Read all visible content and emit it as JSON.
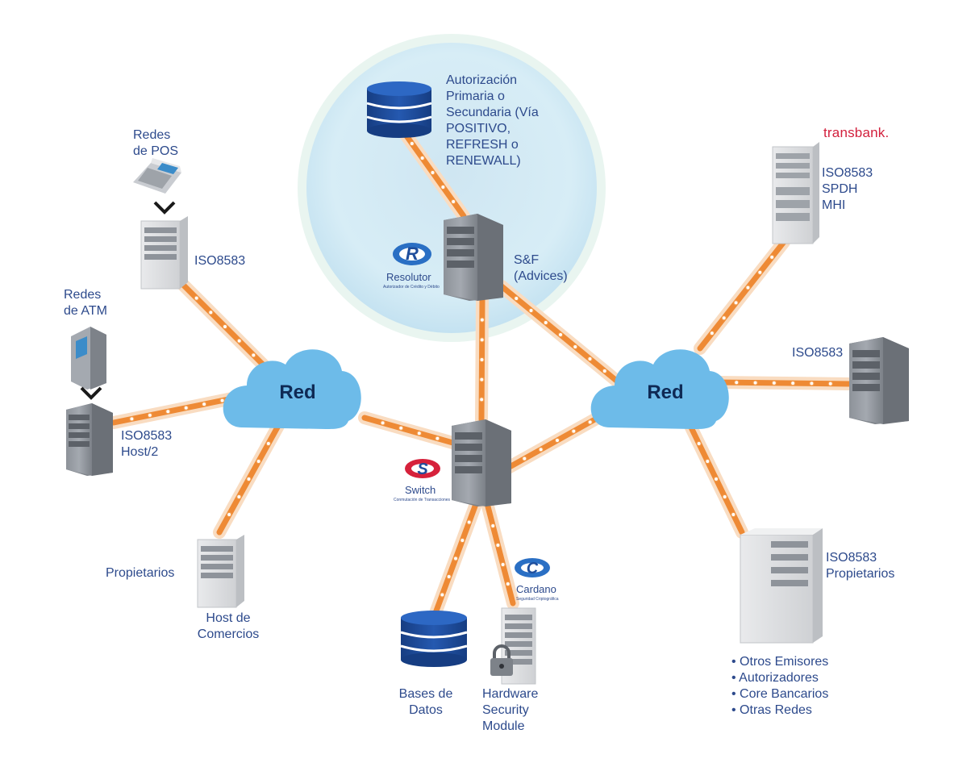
{
  "resolutor": {
    "auth_lines": [
      "Autorización",
      "Primaria o",
      "Secundaria (Vía",
      "POSITIVO,",
      "REFRESH o",
      "RENEWALL)"
    ],
    "sf_lines": [
      "S&F",
      "(Advices)"
    ],
    "logo_name": "Resolutor",
    "logo_sub": "Autorizador de Crédito y Débito"
  },
  "switch": {
    "logo_name": "Switch",
    "logo_sub": "Conmutación de Transacciones"
  },
  "cardano": {
    "logo_name": "Cardano",
    "logo_sub": "Seguridad Criptográfica"
  },
  "clouds": {
    "left": "Red",
    "right": "Red"
  },
  "left": {
    "pos_lines": [
      "Redes",
      "de POS"
    ],
    "pos_iso": "ISO8583",
    "atm_lines": [
      "Redes",
      "de ATM"
    ],
    "atm_iso_lines": [
      "ISO8583",
      "Host/2"
    ],
    "propietarios": "Propietarios",
    "host_lines": [
      "Host de",
      "Comercios"
    ]
  },
  "bottom": {
    "db_lines": [
      "Bases de",
      "Datos"
    ],
    "hsm_lines": [
      "Hardware",
      "Security",
      "Module"
    ]
  },
  "right": {
    "transbank": "transbank.",
    "tb_lines": [
      "ISO8583",
      "SPDH",
      "MHI"
    ],
    "mid_iso": "ISO8583",
    "big_lines": [
      "ISO8583",
      "Propietarios"
    ],
    "bullets": [
      "• Otros Emisores",
      "• Autorizadores",
      "• Core Bancarios",
      "• Otras Redes"
    ]
  },
  "colors": {
    "link": "#ee8a35",
    "cloud": "#6dbbe9",
    "text": "#2d4a8c",
    "database": "#1f4e9c",
    "transbank": "#d21f3c"
  }
}
